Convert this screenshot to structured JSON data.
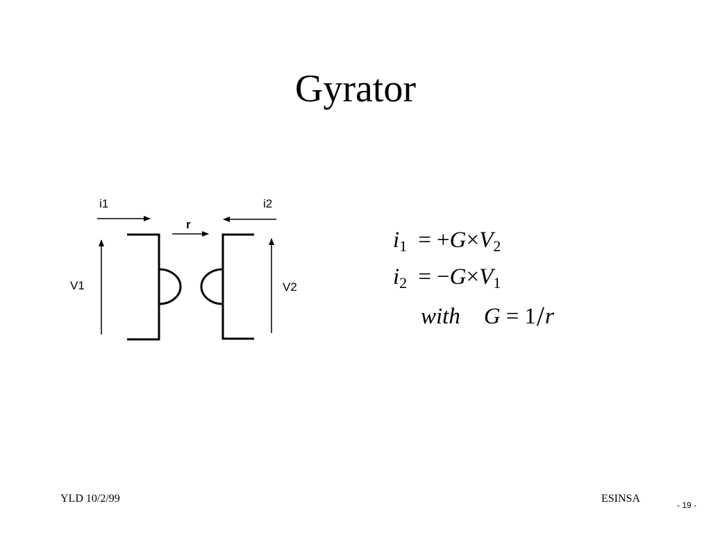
{
  "slide": {
    "title": "Gyrator",
    "footer_left": "YLD 10/2/99",
    "footer_right": "ESINSA",
    "page_number": "- 19 -"
  },
  "diagram": {
    "labels": {
      "i1": "i1",
      "i2": "i2",
      "r": "r",
      "v1": "V1",
      "v2": "V2"
    }
  },
  "equations": {
    "eq1": {
      "lhs": "i",
      "lhs_sub": "1",
      "op": "=",
      "sign": "+",
      "g": "G",
      "times": "×",
      "v": "V",
      "v_sub": "2"
    },
    "eq2": {
      "lhs": "i",
      "lhs_sub": "2",
      "op": "=",
      "sign": "−",
      "g": "G",
      "times": "×",
      "v": "V",
      "v_sub": "1"
    },
    "eq3": {
      "with": "with",
      "g": "G",
      "op": "=",
      "one": "1",
      "slash": "/",
      "r": "r"
    }
  }
}
